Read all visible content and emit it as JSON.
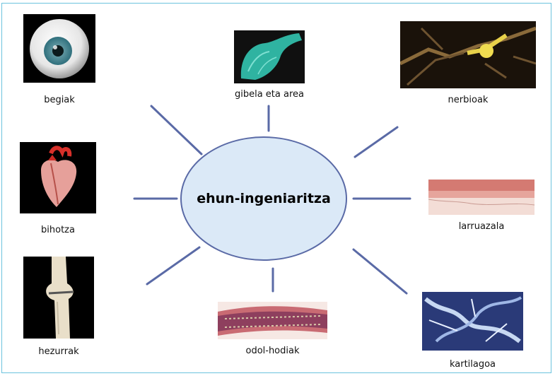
{
  "hub": {
    "label": "ehun-ingeniaritza"
  },
  "nodes": {
    "eyes": "begiak",
    "liver": "gibela eta area",
    "nerves": "nerbioak",
    "heart": "bihotza",
    "skin": "larruazala",
    "bone": "hezurrak",
    "vessels": "odol-hodiak",
    "cartilage": "kartilagoa"
  },
  "colors": {
    "frame": "#6cc3de",
    "spoke": "#5a6aa6",
    "hub_fill": "#dbe9f7"
  }
}
